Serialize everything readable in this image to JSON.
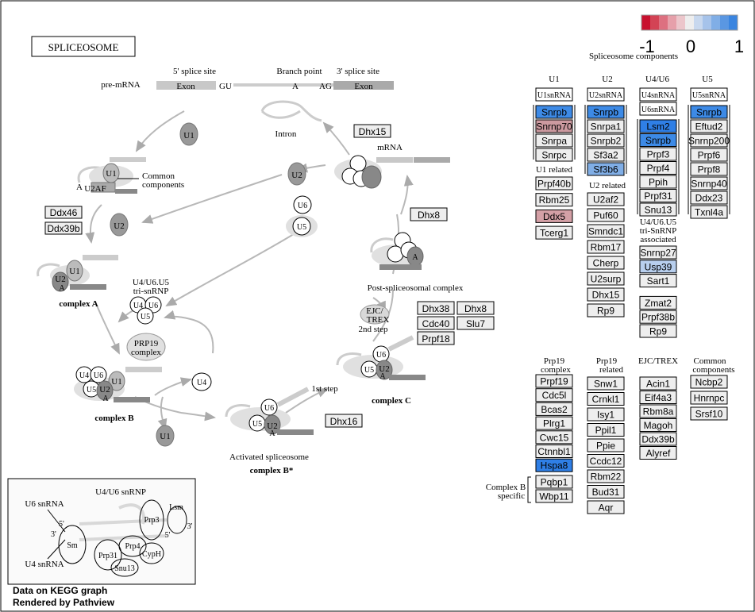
{
  "title": "SPLICEOSOME",
  "legend": {
    "title": "Spliceosome components",
    "ticks": [
      "-1",
      "0",
      "1"
    ],
    "colors": [
      "#c8102e",
      "#d34355",
      "#dd7080",
      "#e6a0aa",
      "#ecc6cb",
      "#eeeeee",
      "#c8d8ee",
      "#a6c3ea",
      "#80aee6",
      "#5a97e2",
      "#3a85e0"
    ]
  },
  "colors": {
    "node_default": "#eeeeee",
    "blue_dark": "#2f7fe6",
    "blue_mid": "#3d8ae6",
    "blue_light": "#b8cfee",
    "red_light": "#d4a0a6",
    "red_mid": "#cd9aa0"
  },
  "pathway": {
    "premrna": "pre-mRNA",
    "five_site": "5' splice site",
    "branch_point": "Branch point",
    "three_site": "3' splice site",
    "exon1": "Exon",
    "exon2": "Exon",
    "gu": "GU",
    "a": "A",
    "ag": "AG",
    "intron": "Intron",
    "mrna": "mRNA",
    "common_components": [
      "Common",
      "components"
    ],
    "complex_a": "complex A",
    "complex_b": "complex B",
    "complex_c": "complex C",
    "complex_bstar": "complex B*",
    "activated": "Activated spliceosome",
    "post": "Post-spliceosomal complex",
    "tri_snrnp": [
      "U4/U6.U5",
      "tri-snRNP"
    ],
    "prp19_complex": [
      "PRP19",
      "complex"
    ],
    "ejc_trex": [
      "EJC/",
      "TREX"
    ],
    "second_step": "2nd step",
    "first_step": "1st step",
    "u1": "U1",
    "u2": "U2",
    "u4": "U4",
    "u5": "U5",
    "u6": "U6",
    "u2af": "U2AF",
    "a_small": "A"
  },
  "pathway_genes": [
    {
      "id": "dhx15",
      "label": "Dhx15"
    },
    {
      "id": "dhx8a",
      "label": "Dhx8"
    },
    {
      "id": "ddx46",
      "label": "Ddx46"
    },
    {
      "id": "ddx39b",
      "label": "Ddx39b"
    },
    {
      "id": "dhx38",
      "label": "Dhx38"
    },
    {
      "id": "dhx8b",
      "label": "Dhx8"
    },
    {
      "id": "cdc40",
      "label": "Cdc40"
    },
    {
      "id": "slu7",
      "label": "Slu7"
    },
    {
      "id": "prpf18",
      "label": "Prpf18"
    },
    {
      "id": "dhx16",
      "label": "Dhx16"
    }
  ],
  "inset": {
    "title": "U4/U6 snRNP",
    "u6snrna": "U6 snRNA",
    "u4snrna": "U4 snRNA",
    "five1": "5'",
    "three1": "3'",
    "five2": "5'",
    "three2": "3'",
    "sm": "Sm",
    "lsm": "Lsm",
    "prp3": "Prp3",
    "prp4": "Prp4",
    "prp31": "Prp31",
    "snu13": "Snu13",
    "cyph": "CypH"
  },
  "columns": {
    "u1": {
      "header": "U1",
      "snrna": "U1snRNA",
      "related": "U1 related",
      "genes": [
        {
          "label": "Snrpb",
          "fill": "#3d8ae6"
        },
        {
          "label": "Snrnp70",
          "fill": "#cd9aa0"
        },
        {
          "label": "Snrpa",
          "fill": "#eeeeee"
        },
        {
          "label": "Snrpc",
          "fill": "#eeeeee"
        }
      ],
      "rel_genes": [
        {
          "label": "Prpf40b",
          "fill": "#eeeeee"
        },
        {
          "label": "Rbm25",
          "fill": "#eeeeee"
        },
        {
          "label": "Ddx5",
          "fill": "#d4a0a6"
        },
        {
          "label": "Tcerg1",
          "fill": "#eeeeee"
        }
      ]
    },
    "u2": {
      "header": "U2",
      "snrna": "U2snRNA",
      "related": "U2 related",
      "genes": [
        {
          "label": "Snrpb",
          "fill": "#3d8ae6"
        },
        {
          "label": "Snrpa1",
          "fill": "#eeeeee"
        },
        {
          "label": "Snrpb2",
          "fill": "#eeeeee"
        },
        {
          "label": "Sf3a2",
          "fill": "#eeeeee"
        },
        {
          "label": "Sf3b6",
          "fill": "#80aee6"
        }
      ],
      "rel_genes": [
        {
          "label": "U2af2",
          "fill": "#eeeeee"
        },
        {
          "label": "Puf60",
          "fill": "#eeeeee"
        },
        {
          "label": "Smndc1",
          "fill": "#eeeeee"
        },
        {
          "label": "Rbm17",
          "fill": "#eeeeee"
        },
        {
          "label": "Cherp",
          "fill": "#eeeeee"
        },
        {
          "label": "U2surp",
          "fill": "#eeeeee"
        },
        {
          "label": "Dhx15",
          "fill": "#eeeeee"
        },
        {
          "label": "Rp9",
          "fill": "#eeeeee"
        }
      ]
    },
    "u46": {
      "header": "U4/U6",
      "snrna1": "U4snRNA",
      "snrna2": "U6snRNA",
      "related": [
        "U4/U6.U5",
        "tri-SnRNP",
        "associated"
      ],
      "genes": [
        {
          "label": "Lsm2",
          "fill": "#2f7fe6"
        },
        {
          "label": "Snrpb",
          "fill": "#3d8ae6"
        },
        {
          "label": "Prpf3",
          "fill": "#eeeeee"
        },
        {
          "label": "Prpf4",
          "fill": "#eeeeee"
        },
        {
          "label": "Ppih",
          "fill": "#eeeeee"
        },
        {
          "label": "Prpf31",
          "fill": "#eeeeee"
        },
        {
          "label": "Snu13",
          "fill": "#eeeeee"
        }
      ],
      "rel_genes": [
        {
          "label": "Snrnp27",
          "fill": "#eeeeee"
        },
        {
          "label": "Usp39",
          "fill": "#b8cfee"
        },
        {
          "label": "Sart1",
          "fill": "#eeeeee"
        },
        {
          "label": "Zmat2",
          "fill": "#eeeeee"
        },
        {
          "label": "Prpf38b",
          "fill": "#eeeeee"
        },
        {
          "label": "Rp9",
          "fill": "#eeeeee"
        }
      ]
    },
    "u5": {
      "header": "U5",
      "snrna": "U5snRNA",
      "genes": [
        {
          "label": "Snrpb",
          "fill": "#3d8ae6"
        },
        {
          "label": "Eftud2",
          "fill": "#eeeeee"
        },
        {
          "label": "Snrnp200",
          "fill": "#eeeeee"
        },
        {
          "label": "Prpf6",
          "fill": "#eeeeee"
        },
        {
          "label": "Prpf8",
          "fill": "#eeeeee"
        },
        {
          "label": "Snrnp40",
          "fill": "#eeeeee"
        },
        {
          "label": "Ddx23",
          "fill": "#eeeeee"
        },
        {
          "label": "Txnl4a",
          "fill": "#eeeeee"
        }
      ]
    },
    "prp19": {
      "header": [
        "Prp19",
        "complex"
      ],
      "genes": [
        {
          "label": "Prpf19",
          "fill": "#eeeeee"
        },
        {
          "label": "Cdc5l",
          "fill": "#eeeeee"
        },
        {
          "label": "Bcas2",
          "fill": "#eeeeee"
        },
        {
          "label": "Plrg1",
          "fill": "#eeeeee"
        },
        {
          "label": "Cwc15",
          "fill": "#eeeeee"
        },
        {
          "label": "Ctnnbl1",
          "fill": "#eeeeee"
        },
        {
          "label": "Hspa8",
          "fill": "#2f7fe6"
        }
      ],
      "specific_label": [
        "Complex B",
        "specific"
      ],
      "specific_genes": [
        {
          "label": "Pqbp1",
          "fill": "#eeeeee"
        },
        {
          "label": "Wbp11",
          "fill": "#eeeeee"
        }
      ]
    },
    "prp19rel": {
      "header": [
        "Prp19",
        "related"
      ],
      "genes": [
        {
          "label": "Snw1",
          "fill": "#eeeeee"
        },
        {
          "label": "Crnkl1",
          "fill": "#eeeeee"
        },
        {
          "label": "Isy1",
          "fill": "#eeeeee"
        },
        {
          "label": "Ppil1",
          "fill": "#eeeeee"
        },
        {
          "label": "Ppie",
          "fill": "#eeeeee"
        },
        {
          "label": "Ccdc12",
          "fill": "#eeeeee"
        },
        {
          "label": "Rbm22",
          "fill": "#eeeeee"
        },
        {
          "label": "Bud31",
          "fill": "#eeeeee"
        },
        {
          "label": "Aqr",
          "fill": "#eeeeee"
        }
      ]
    },
    "ejc": {
      "header": "EJC/TREX",
      "genes": [
        {
          "label": "Acin1",
          "fill": "#eeeeee"
        },
        {
          "label": "Eif4a3",
          "fill": "#eeeeee"
        },
        {
          "label": "Rbm8a",
          "fill": "#eeeeee"
        },
        {
          "label": "Magoh",
          "fill": "#eeeeee"
        },
        {
          "label": "Ddx39b",
          "fill": "#eeeeee"
        },
        {
          "label": "Alyref",
          "fill": "#eeeeee"
        }
      ]
    },
    "common": {
      "header": [
        "Common",
        "components"
      ],
      "genes": [
        {
          "label": "Ncbp2",
          "fill": "#eeeeee"
        },
        {
          "label": "Hnrnpc",
          "fill": "#eeeeee"
        },
        {
          "label": "Srsf10",
          "fill": "#eeeeee"
        }
      ]
    }
  },
  "footer": {
    "line1": "Data on KEGG graph",
    "line2": "Rendered by Pathview"
  }
}
